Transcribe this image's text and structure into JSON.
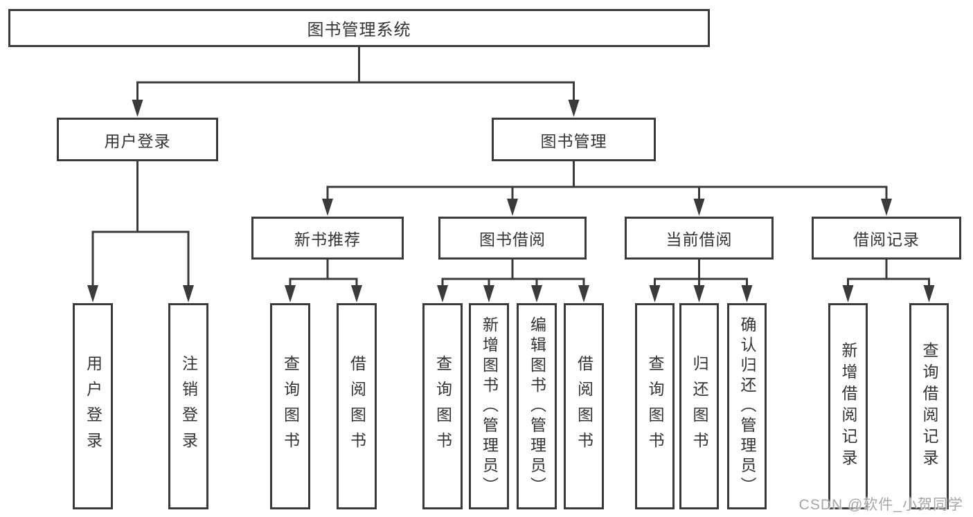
{
  "colors": {
    "line": "#3a3a3a",
    "text": "#333333",
    "background": "#ffffff"
  },
  "watermark": "CSDN @软件_小贺同学",
  "tree": {
    "id": "library-system",
    "label": "图书管理系统",
    "children": [
      {
        "id": "user-login",
        "label": "用户登录",
        "children": [
          {
            "id": "user-login-action",
            "label": "用户登录",
            "orientation": "vertical"
          },
          {
            "id": "logout-action",
            "label": "注销登录",
            "orientation": "vertical"
          }
        ]
      },
      {
        "id": "book-management",
        "label": "图书管理",
        "children": [
          {
            "id": "new-book-recommend",
            "label": "新书推荐",
            "children": [
              {
                "id": "query-books-1",
                "label": "查询图书",
                "orientation": "vertical"
              },
              {
                "id": "borrow-books-1",
                "label": "借阅图书",
                "orientation": "vertical"
              }
            ]
          },
          {
            "id": "book-borrowing",
            "label": "图书借阅",
            "children": [
              {
                "id": "query-books-2",
                "label": "查询图书",
                "orientation": "vertical"
              },
              {
                "id": "add-books-admin",
                "label": "新增图书（管理员）",
                "orientation": "vertical"
              },
              {
                "id": "edit-books-admin",
                "label": "编辑图书（管理员）",
                "orientation": "vertical"
              },
              {
                "id": "borrow-books-2",
                "label": "借阅图书",
                "orientation": "vertical"
              }
            ]
          },
          {
            "id": "current-borrowing",
            "label": "当前借阅",
            "children": [
              {
                "id": "query-books-3",
                "label": "查询图书",
                "orientation": "vertical"
              },
              {
                "id": "return-books",
                "label": "归还图书",
                "orientation": "vertical"
              },
              {
                "id": "confirm-return-admin",
                "label": "确认归还（管理员）",
                "orientation": "vertical"
              }
            ]
          },
          {
            "id": "borrowing-records",
            "label": "借阅记录",
            "children": [
              {
                "id": "add-borrow-record",
                "label": "新增借阅记录",
                "orientation": "vertical"
              },
              {
                "id": "query-borrow-record",
                "label": "查询借阅记录",
                "orientation": "vertical"
              }
            ]
          }
        ]
      }
    ]
  }
}
